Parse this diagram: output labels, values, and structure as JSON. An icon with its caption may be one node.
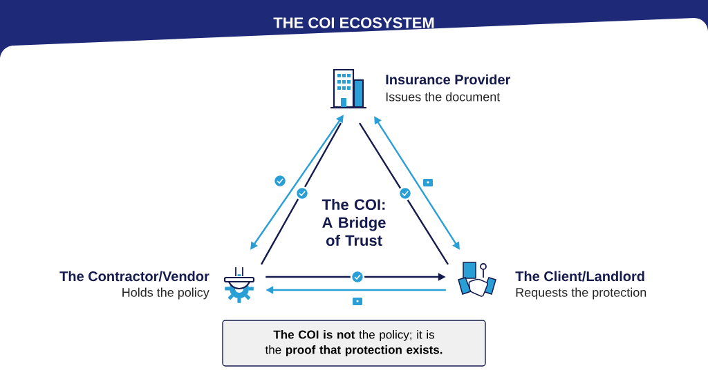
{
  "diagram": {
    "title": "THE COI ECOSYSTEM",
    "nodes": [
      {
        "text": [],
        "shape": "building",
        "beside": [
          "Insurance Provider",
          "Issues the document"
        ]
      },
      {
        "text": [],
        "shape": "helmet",
        "beside": [
          "The Contractor/Vendor",
          "Holds the policy"
        ]
      },
      {
        "text": [],
        "shape": "handshake",
        "beside": [
          "The Client/Landlord",
          "Requests the protection"
        ]
      },
      {
        "text": [
          "**The COI is not** the policy; it is the **proof that protection exists.**"
        ]
      }
    ],
    "edges": [
      {
        "from": 0,
        "to": 1,
        "arrow": "both",
        "color": "#2a9fd6"
      },
      {
        "from": 0,
        "to": 1,
        "arrow": "none",
        "color": "#161b4d"
      },
      {
        "from": 0,
        "to": 2,
        "arrow": "none",
        "color": "#161b4d"
      },
      {
        "from": 0,
        "to": 2,
        "arrow": "both",
        "color": "#2a9fd6"
      },
      {
        "from": 1,
        "to": 2,
        "arrow": "to",
        "color": "#161b4d"
      },
      {
        "from": 2,
        "to": 1,
        "arrow": "to",
        "color": "#2a9fd6"
      }
    ],
    "labels": [
      "The COI: A Bridge of Trust"
    ]
  }
}
